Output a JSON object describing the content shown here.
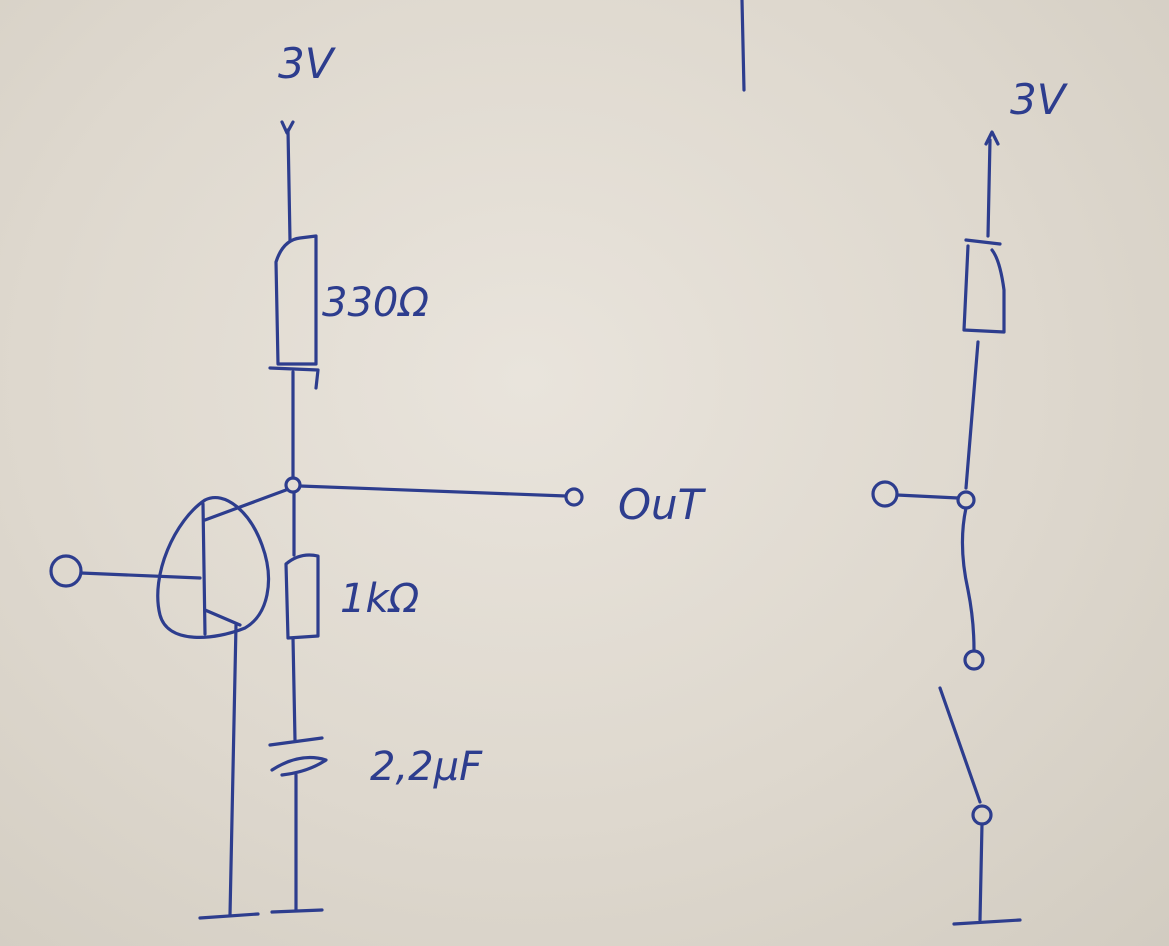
{
  "schematic_left": {
    "supply_label": "3V",
    "r1_label": "330Ω",
    "r2_label": "1kΩ",
    "c1_label": "2,2μF",
    "output_label": "OuT"
  },
  "schematic_right": {
    "supply_label": "3V"
  },
  "colors": {
    "ink": "#2d3d8e",
    "paper": "#e6e1d8"
  }
}
